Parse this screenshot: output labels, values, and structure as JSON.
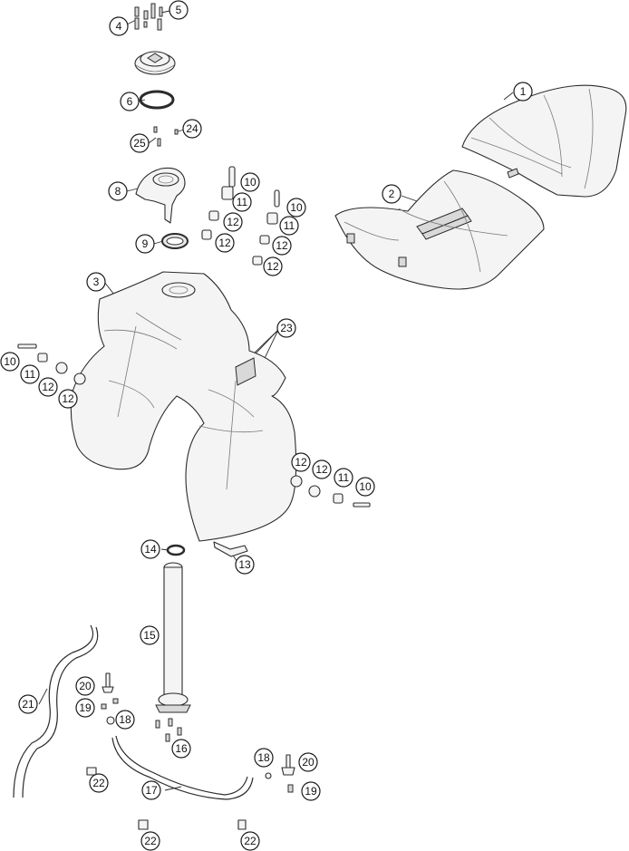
{
  "callouts": [
    {
      "id": "c1",
      "label": "1"
    },
    {
      "id": "c2",
      "label": "2"
    },
    {
      "id": "c3",
      "label": "3"
    },
    {
      "id": "c4",
      "label": "4"
    },
    {
      "id": "c5",
      "label": "5"
    },
    {
      "id": "c6",
      "label": "6"
    },
    {
      "id": "c8",
      "label": "8"
    },
    {
      "id": "c9",
      "label": "9"
    },
    {
      "id": "c10a",
      "label": "10"
    },
    {
      "id": "c10b",
      "label": "10"
    },
    {
      "id": "c10c",
      "label": "10"
    },
    {
      "id": "c10d",
      "label": "10"
    },
    {
      "id": "c11a",
      "label": "11"
    },
    {
      "id": "c11b",
      "label": "11"
    },
    {
      "id": "c11c",
      "label": "11"
    },
    {
      "id": "c11d",
      "label": "11"
    },
    {
      "id": "c12a",
      "label": "12"
    },
    {
      "id": "c12b",
      "label": "12"
    },
    {
      "id": "c12c",
      "label": "12"
    },
    {
      "id": "c12d",
      "label": "12"
    },
    {
      "id": "c12e",
      "label": "12"
    },
    {
      "id": "c12f",
      "label": "12"
    },
    {
      "id": "c12g",
      "label": "12"
    },
    {
      "id": "c12h",
      "label": "12"
    },
    {
      "id": "c13",
      "label": "13"
    },
    {
      "id": "c14",
      "label": "14"
    },
    {
      "id": "c15",
      "label": "15"
    },
    {
      "id": "c16",
      "label": "16"
    },
    {
      "id": "c17",
      "label": "17"
    },
    {
      "id": "c18a",
      "label": "18"
    },
    {
      "id": "c18b",
      "label": "18"
    },
    {
      "id": "c19a",
      "label": "19"
    },
    {
      "id": "c19b",
      "label": "19"
    },
    {
      "id": "c20a",
      "label": "20"
    },
    {
      "id": "c20b",
      "label": "20"
    },
    {
      "id": "c21",
      "label": "21"
    },
    {
      "id": "c22a",
      "label": "22"
    },
    {
      "id": "c22b",
      "label": "22"
    },
    {
      "id": "c22c",
      "label": "22"
    },
    {
      "id": "c23",
      "label": "23"
    },
    {
      "id": "c24",
      "label": "24"
    },
    {
      "id": "c25",
      "label": "25"
    }
  ]
}
